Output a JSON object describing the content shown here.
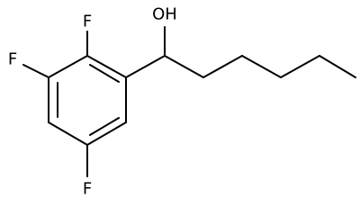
{
  "molecule": {
    "labels": {
      "f_top": "F",
      "f_left": "F",
      "f_bottom": "F",
      "hydroxyl": "OH"
    }
  }
}
